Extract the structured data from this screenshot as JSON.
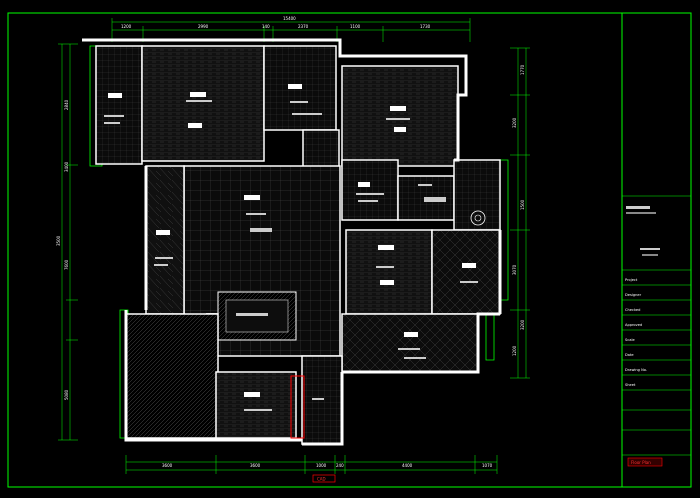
{
  "drawing": {
    "dimensions_top": [
      "1200",
      "2990",
      "140",
      "2370",
      "1100",
      "1730"
    ],
    "dimensions_top_total": "15400",
    "dimensions_bottom": [
      "3600",
      "3600",
      "1000",
      "240",
      "4400",
      "1070"
    ],
    "dimensions_left": [
      "2840",
      "3400",
      "3500",
      "7600",
      "5080"
    ],
    "dimensions_right": [
      "1770",
      "3200",
      "1500",
      "3070",
      "3200",
      "1200"
    ],
    "bottom_marker": "CAD"
  },
  "title_block": {
    "rows": [
      "Project",
      "Designer",
      "Checked",
      "Approved",
      "Scale",
      "Date",
      "Drawing No.",
      "Sheet"
    ],
    "drawing_title": "Floor Plan"
  },
  "colors": {
    "background": "#000000",
    "frame": "#00ff00",
    "wall": "#ffffff",
    "red_accent": "#ff0000"
  }
}
